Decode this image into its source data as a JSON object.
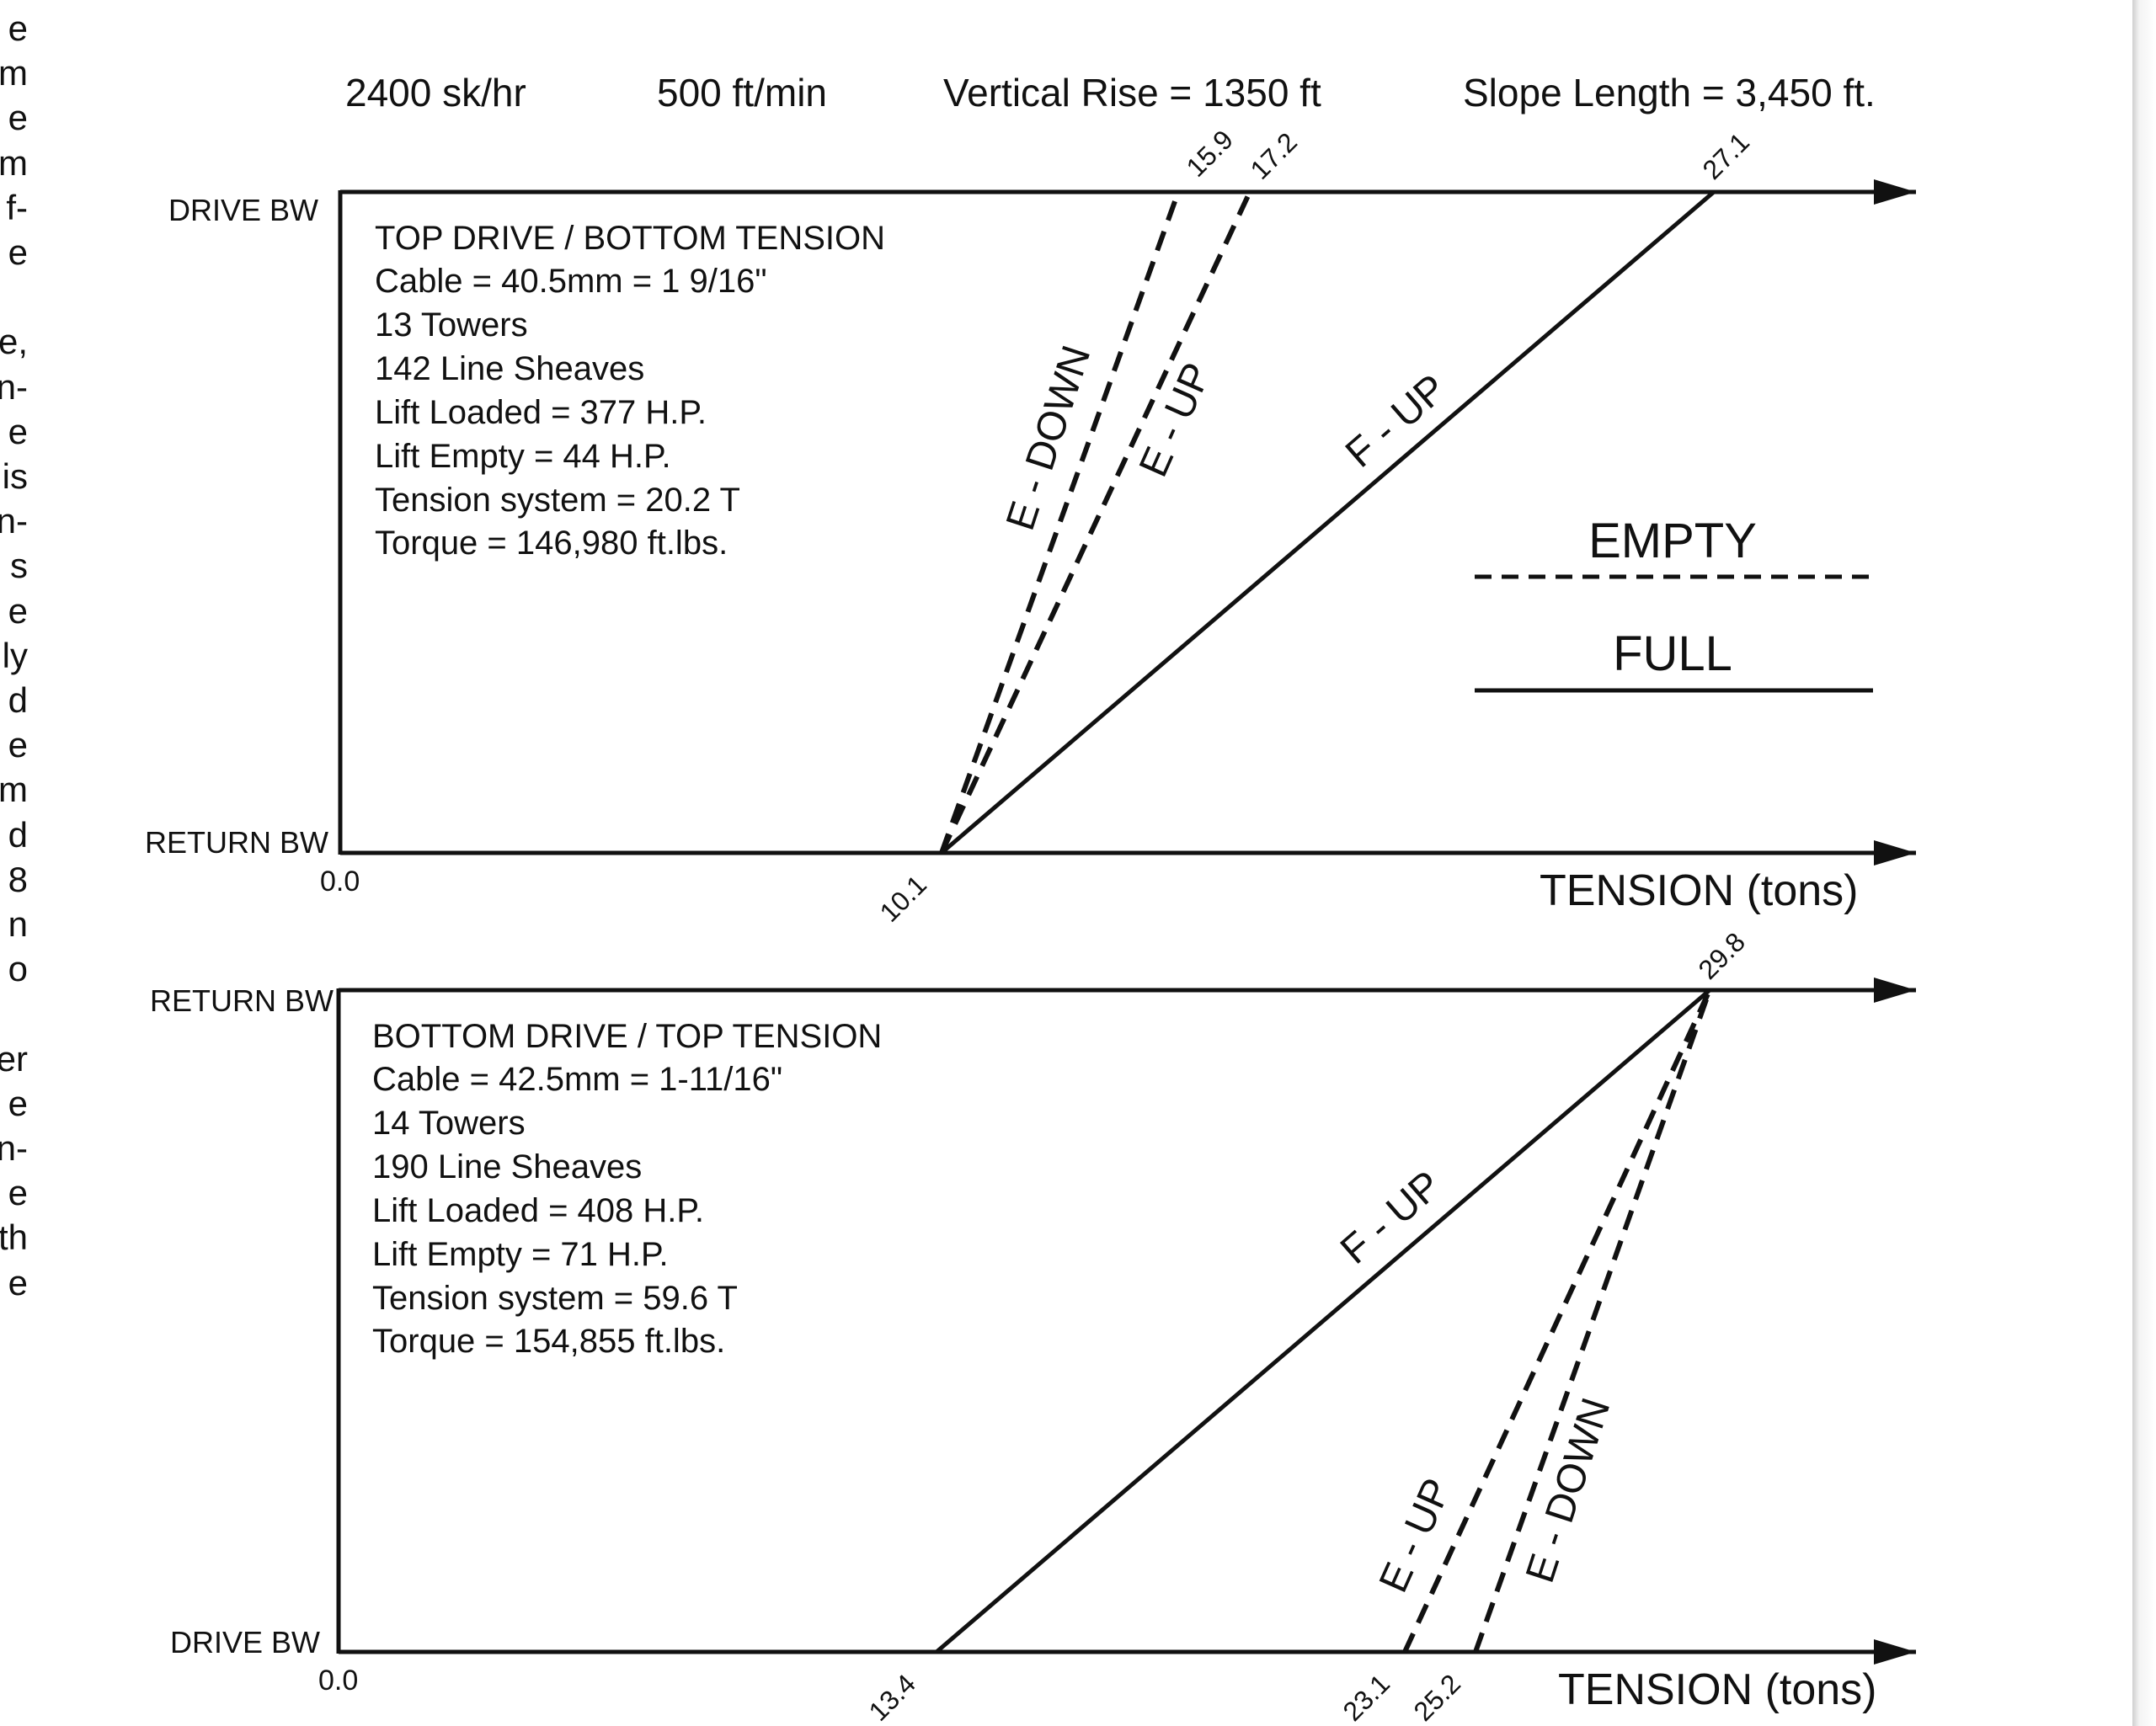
{
  "left_column_fragments": [
    "e",
    "m",
    "e",
    "m",
    "f-",
    "e",
    "",
    "e,",
    "n-",
    "e",
    "is",
    "n-",
    "s",
    "e",
    "ly",
    "d",
    "e",
    "m",
    "d",
    "8",
    "n",
    "o",
    "",
    "er",
    "e",
    "n-",
    "e",
    "th",
    "e"
  ],
  "header": {
    "rate": "2400 sk/hr",
    "speed": "500 ft/min",
    "vertical_rise": "Vertical Rise = 1350 ft",
    "slope_length": "Slope Length = 3,450 ft."
  },
  "legend": {
    "empty": "EMPTY",
    "full": "FULL"
  },
  "diagram_top": {
    "top_label": "DRIVE BW",
    "bottom_label": "RETURN BW",
    "axis_origin": "0.0",
    "axis_title": "TENSION (tons)",
    "specs": [
      "TOP DRIVE / BOTTOM TENSION",
      "Cable = 40.5mm = 1 9/16\"",
      "13 Towers",
      "142 Line Sheaves",
      "Lift Loaded = 377 H.P.",
      "Lift Empty = 44 H.P.",
      "Tension system = 20.2 T",
      "Torque = 146,980 ft.lbs."
    ],
    "lines": [
      {
        "label": "E - DOWN",
        "style": "dashed",
        "bottom_value": 10.1,
        "top_value": 15.9
      },
      {
        "label": "E - UP",
        "style": "dashed",
        "bottom_value": 10.1,
        "top_value": 17.2
      },
      {
        "label": "F - UP",
        "style": "solid",
        "bottom_value": 10.1,
        "top_value": 27.1
      }
    ],
    "value_labels": {
      "bottom": "10.1",
      "e_down_top": "15.9",
      "e_up_top": "17.2",
      "f_up_top": "27.1"
    }
  },
  "diagram_bottom": {
    "top_label": "RETURN BW",
    "bottom_label": "DRIVE BW",
    "axis_origin": "0.0",
    "axis_title": "TENSION (tons)",
    "specs": [
      "BOTTOM DRIVE / TOP TENSION",
      "Cable = 42.5mm = 1-11/16\"",
      "14 Towers",
      "190 Line Sheaves",
      "Lift Loaded = 408 H.P.",
      "Lift Empty = 71 H.P.",
      "Tension system = 59.6 T",
      "Torque = 154,855 ft.lbs."
    ],
    "lines": [
      {
        "label": "F - UP",
        "style": "solid",
        "bottom_value": 13.4,
        "top_value": 29.8
      },
      {
        "label": "E - UP",
        "style": "dashed",
        "bottom_value": 23.1,
        "top_value": 29.8
      },
      {
        "label": "E - DOWN",
        "style": "dashed",
        "bottom_value": 25.2,
        "top_value": 29.8
      }
    ],
    "value_labels": {
      "top": "29.8",
      "f_up_bottom": "13.4",
      "e_up_bottom": "23.1",
      "e_down_bottom": "25.2"
    }
  }
}
